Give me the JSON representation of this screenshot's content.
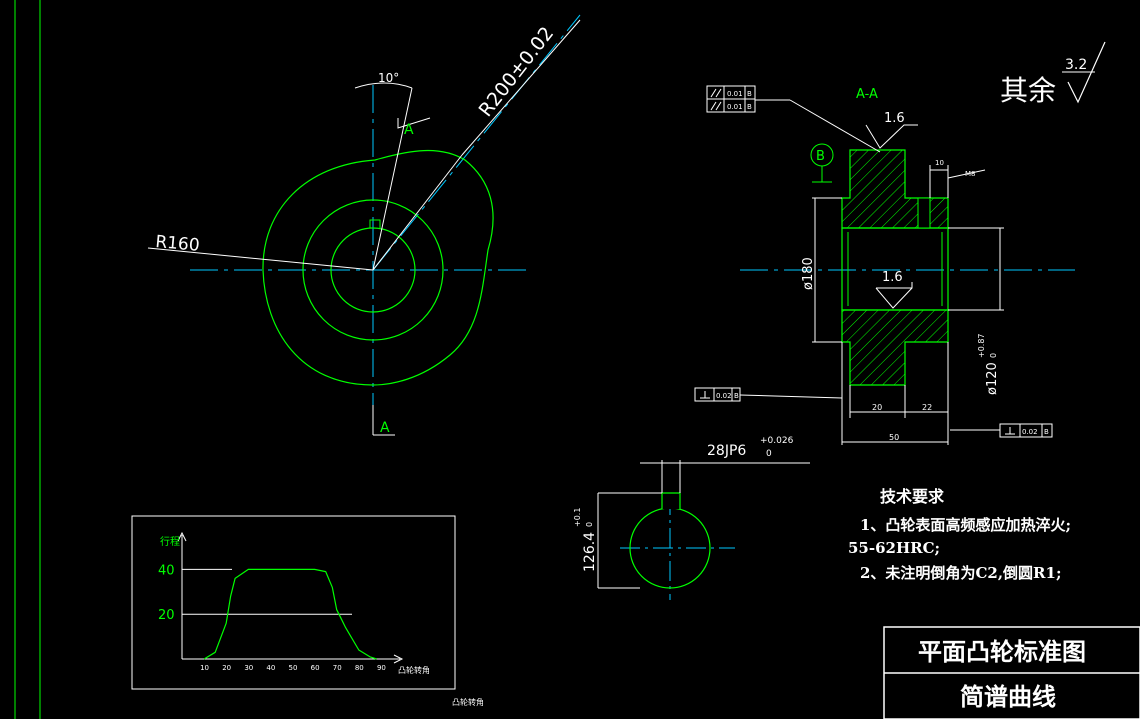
{
  "colors": {
    "background": "#000000",
    "outline": "#00ff00",
    "centerline": "#00c8ff",
    "dimension": "#ffffff",
    "hatch": "#00ff00"
  },
  "front_view": {
    "angle_label": "10°",
    "radius_big_label": "R200±0.02",
    "radius_small_label": "R160",
    "section_mark_top": "A",
    "section_mark_bottom": "A"
  },
  "section_view": {
    "title": "A-A",
    "roughness_top": "1.6",
    "roughness_bore": "1.6",
    "datum_label": "B",
    "tol_parallel_1": "0.01",
    "tol_parallel_1_datum": "B",
    "tol_parallel_2": "0.01",
    "tol_parallel_2_datum": "B",
    "tol_perp_left": "0.02",
    "tol_perp_left_datum": "B",
    "tol_perp_right": "0.02",
    "tol_perp_right_datum": "B",
    "dim_diameter_180": "ø180",
    "dim_diameter_120": "ø120",
    "dim_diameter_120_upper": "+0.87",
    "dim_diameter_120_lower": "0",
    "dim_10": "10",
    "dim_m8": "M8",
    "dim_20": "20",
    "dim_22": "22",
    "dim_50": "50"
  },
  "keyway_view": {
    "width_label": "28JP6",
    "width_upper": "+0.026",
    "width_lower": "0",
    "depth_label": "126.4",
    "depth_upper": "+0.1",
    "depth_lower": "0"
  },
  "surface_note": {
    "text": "其余",
    "value": "3.2"
  },
  "tech_requirements": {
    "title": "技术要求",
    "line1": "1、凸轮表面高频感应加热淬火;",
    "line2": "55-62HRC;",
    "line3": "2、未注明倒角为C2,倒圆R1;"
  },
  "chart_data": {
    "type": "line",
    "ylabel": "行程",
    "xlabel": "凸轮转角",
    "caption": "凸轮转角",
    "x_ticks": [
      "10",
      "20",
      "30",
      "40",
      "50",
      "60",
      "70",
      "80",
      "90"
    ],
    "y_ticks": [
      "20",
      "40"
    ],
    "x": [
      10,
      15,
      20,
      22,
      24,
      30,
      40,
      50,
      60,
      65,
      68,
      70,
      72,
      74,
      80,
      85,
      88
    ],
    "y": [
      0,
      3,
      16,
      28,
      36,
      40,
      40,
      40,
      40,
      39,
      32,
      22,
      18,
      14,
      4,
      1,
      0
    ],
    "xlim": [
      0,
      95
    ],
    "ylim": [
      0,
      50
    ]
  },
  "title_block": {
    "title": "平面凸轮标准图",
    "subtitle": "简谱曲线"
  }
}
